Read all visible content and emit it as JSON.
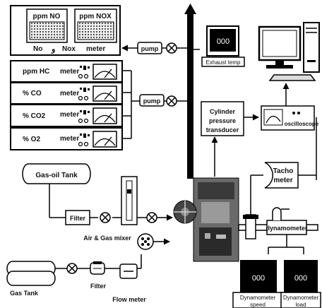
{
  "nox_meter": {
    "display_left": "ppm NO",
    "display_right": "ppm NOX",
    "label_no": "No",
    "label_and": "و",
    "label_nox": "Nox",
    "label_meter": "meter"
  },
  "analyzers": [
    {
      "gas": "ppm HC",
      "label": "meter"
    },
    {
      "gas": "% CO",
      "label": "meter"
    },
    {
      "gas": "% CO2",
      "label": "meter"
    },
    {
      "gas": "% O2",
      "label": "meter"
    }
  ],
  "pump_label": "pump",
  "exhaust_temp": {
    "reading": "000",
    "label": "Exhaust temp"
  },
  "cylinder_transducer": {
    "line1": "Cylinder",
    "line2": "pressure",
    "line3": "transducer"
  },
  "oscilloscope_label": "oscilloscope",
  "tacho_meter": {
    "line1": "Tacho",
    "line2": "meter"
  },
  "gas_oil_tank_label": "Gas-oil Tank",
  "filter_label": "Filter",
  "mixer_label": "Air & Gas mixer",
  "dynamometer_label": "dynamometer",
  "gas_tank_label": "Gas Tank",
  "flow_meter_label": "Flow meter",
  "dyno_speed": {
    "reading": "000",
    "line1": "Dynamometer",
    "line2": "speed"
  },
  "dyno_load": {
    "reading": "000",
    "line1": "Dynamometer",
    "line2": "load"
  }
}
